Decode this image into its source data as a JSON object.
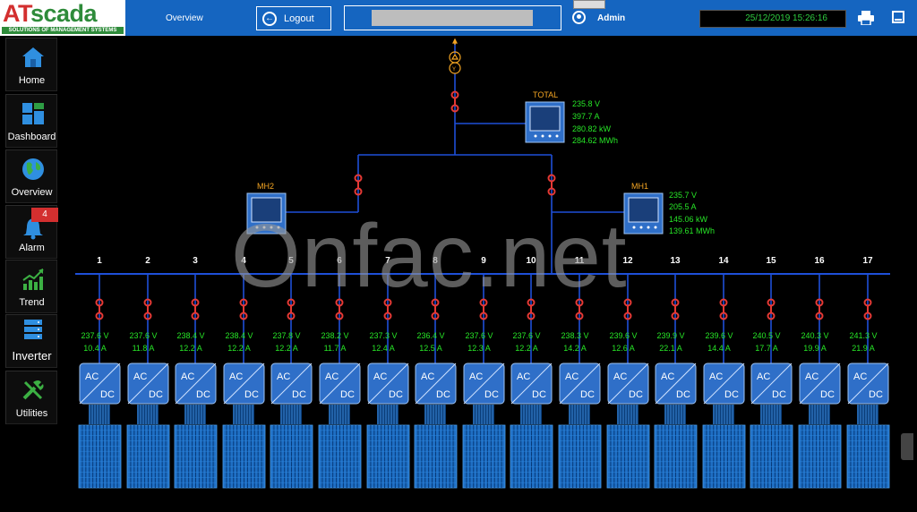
{
  "app": {
    "logo_a": "AT",
    "logo_b": "scada",
    "logo_sub": "SOLUTIONS OF MANAGEMENT SYSTEMS",
    "page_name": "Overview",
    "logout_label": "Logout",
    "user": "Admin",
    "datetime": "25/12/2019 15:26:16"
  },
  "sidebar": {
    "items": [
      {
        "label": "Home",
        "icon": "home-icon"
      },
      {
        "label": "Dashboard",
        "icon": "dashboard-icon"
      },
      {
        "label": "Overview",
        "icon": "globe-icon"
      },
      {
        "label": "Alarm",
        "icon": "bell-icon",
        "badge": "4"
      },
      {
        "label": "Trend",
        "icon": "trend-chart-icon"
      },
      {
        "label": "Inverter",
        "icon": "server-icon"
      },
      {
        "label": "Utilities",
        "icon": "tools-icon"
      }
    ]
  },
  "meters": {
    "total": {
      "name": "TOTAL",
      "voltage": "235.8 V",
      "current": "397.7 A",
      "power": "280.82 kW",
      "energy": "284.62 MWh"
    },
    "mh2": {
      "name": "MH2"
    },
    "mh1": {
      "name": "MH1",
      "voltage": "235.7 V",
      "current": "205.5 A",
      "power": "145.06 kW",
      "energy": "139.61 MWh"
    }
  },
  "inverters": [
    {
      "id": "1",
      "voltage": "237.6 V",
      "current": "10.4 A"
    },
    {
      "id": "2",
      "voltage": "237.6 V",
      "current": "11.8 A"
    },
    {
      "id": "3",
      "voltage": "238.4 V",
      "current": "12.2 A"
    },
    {
      "id": "4",
      "voltage": "238.4 V",
      "current": "12.2 A"
    },
    {
      "id": "5",
      "voltage": "237.8 V",
      "current": "12.2 A"
    },
    {
      "id": "6",
      "voltage": "238.2 V",
      "current": "11.7 A"
    },
    {
      "id": "7",
      "voltage": "237.3 V",
      "current": "12.4 A"
    },
    {
      "id": "8",
      "voltage": "236.4 V",
      "current": "12.5 A"
    },
    {
      "id": "9",
      "voltage": "237.6 V",
      "current": "12.3 A"
    },
    {
      "id": "10",
      "voltage": "237.6 V",
      "current": "12.2 A"
    },
    {
      "id": "11",
      "voltage": "238.3 V",
      "current": "14.2 A"
    },
    {
      "id": "12",
      "voltage": "239.6 V",
      "current": "12.6 A"
    },
    {
      "id": "13",
      "voltage": "239.9 V",
      "current": "22.1 A"
    },
    {
      "id": "14",
      "voltage": "239.6 V",
      "current": "14.4 A"
    },
    {
      "id": "15",
      "voltage": "240.5 V",
      "current": "17.7 A"
    },
    {
      "id": "16",
      "voltage": "240.3 V",
      "current": "19.9 A"
    },
    {
      "id": "17",
      "voltage": "241.3 V",
      "current": "21.9 A"
    }
  ],
  "inverter_ac_label": "AC",
  "inverter_dc_label": "DC",
  "watermark": "Onfac.net",
  "colors": {
    "bus": "#1e4fd8",
    "breaker": "#e53935",
    "value": "#27e627",
    "label": "#ffffff",
    "meter_name": "#f5a623",
    "device": "#2f6fc8"
  }
}
